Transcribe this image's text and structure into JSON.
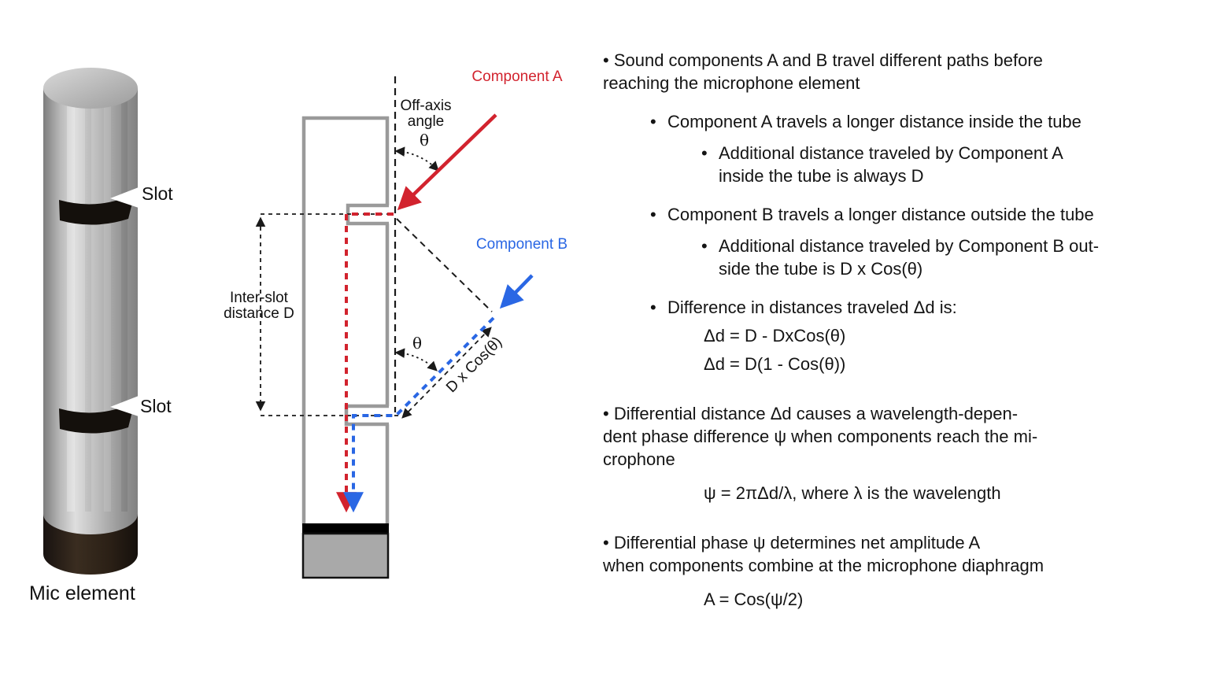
{
  "left_figure": {
    "slot_label_top": "Slot",
    "slot_label_bottom": "Slot",
    "mic_element_label": "Mic element"
  },
  "schematic": {
    "component_a_label": "Component A",
    "component_b_label": "Component B",
    "off_axis_label": "Off-axis angle",
    "off_axis_theta": "θ",
    "lower_theta": "θ",
    "inter_slot_label": "Inter-slot distance D",
    "d_cos_label": "D x Cos(θ)",
    "colors": {
      "component_a": "#d2232e",
      "component_b": "#2a67e4",
      "tube_outline": "#9a9a9a",
      "diaphragm": "#000000",
      "mic_body": "#a9a9a9"
    }
  },
  "main": {
    "bullets": [
      {
        "cls": "l1",
        "text": "• Sound components A and B travel different paths before\nreaching the microphone element"
      },
      {
        "cls": "l2",
        "bullet": "•",
        "text": "Component A travels a longer distance inside the tube"
      },
      {
        "cls": "l3",
        "bullet": "•",
        "text": "Additional distance traveled by Component A\ninside the tube is always D"
      },
      {
        "cls": "l2",
        "bullet": "•",
        "text": "Component B travels a longer distance outside the tube"
      },
      {
        "cls": "l3",
        "bullet": "•",
        "text": "Additional distance traveled by Component B out-\nside the tube is D x Cos(θ)"
      },
      {
        "cls": "l2",
        "bullet": "•",
        "text": "Difference in distances traveled Δd is:"
      },
      {
        "cls": "f2",
        "text": "Δd = D - DxCos(θ)"
      },
      {
        "cls": "f2",
        "text": "Δd = D(1 - Cos(θ))"
      },
      {
        "cls": "l1",
        "text": "• Differential distance Δd causes a wavelength-depen-\ndent phase difference ψ when components reach the mi-\ncrophone"
      },
      {
        "cls": "f1",
        "text": "ψ = 2πΔd/λ, where λ is the wavelength"
      },
      {
        "cls": "l1",
        "text": "• Differential phase ψ determines net amplitude A\nwhen components combine at the microphone diaphragm"
      },
      {
        "cls": "f1",
        "text": "A = Cos(ψ/2)"
      }
    ]
  }
}
